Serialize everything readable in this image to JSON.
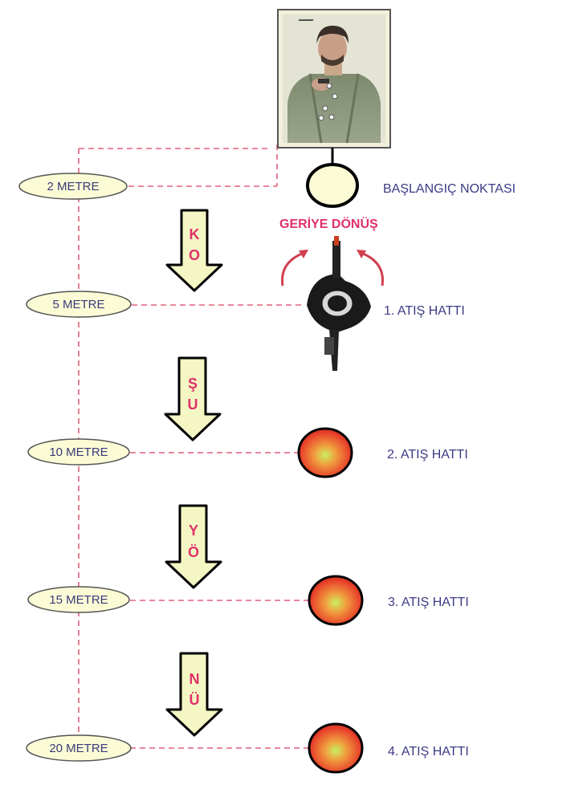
{
  "distances": [
    {
      "label": "2 METRE"
    },
    {
      "label": "5 METRE"
    },
    {
      "label": "10 METRE"
    },
    {
      "label": "15 METRE"
    },
    {
      "label": "20 METRE"
    }
  ],
  "stations": {
    "start": "BAŞLANGIÇ NOKTASI",
    "return_label": "GERİYE DÖNÜŞ",
    "line1": "1. ATIŞ HATTI",
    "line2": "2. ATIŞ HATTI",
    "line3": "3. ATIŞ HATTI",
    "line4": "4. ATIŞ HATTI"
  },
  "arrows": [
    {
      "letters": [
        "K",
        "O"
      ]
    },
    {
      "letters": [
        "Ş",
        "U"
      ]
    },
    {
      "letters": [
        "Y",
        "Ö"
      ]
    },
    {
      "letters": [
        "N",
        "Ü"
      ]
    }
  ],
  "colors": {
    "dashed_line": "#e0607a",
    "pill_fill": "#fbfbd6",
    "arrow_fill": "#f4f6c4",
    "accent_text": "#e0306a",
    "label_text": "#3b3b85"
  }
}
